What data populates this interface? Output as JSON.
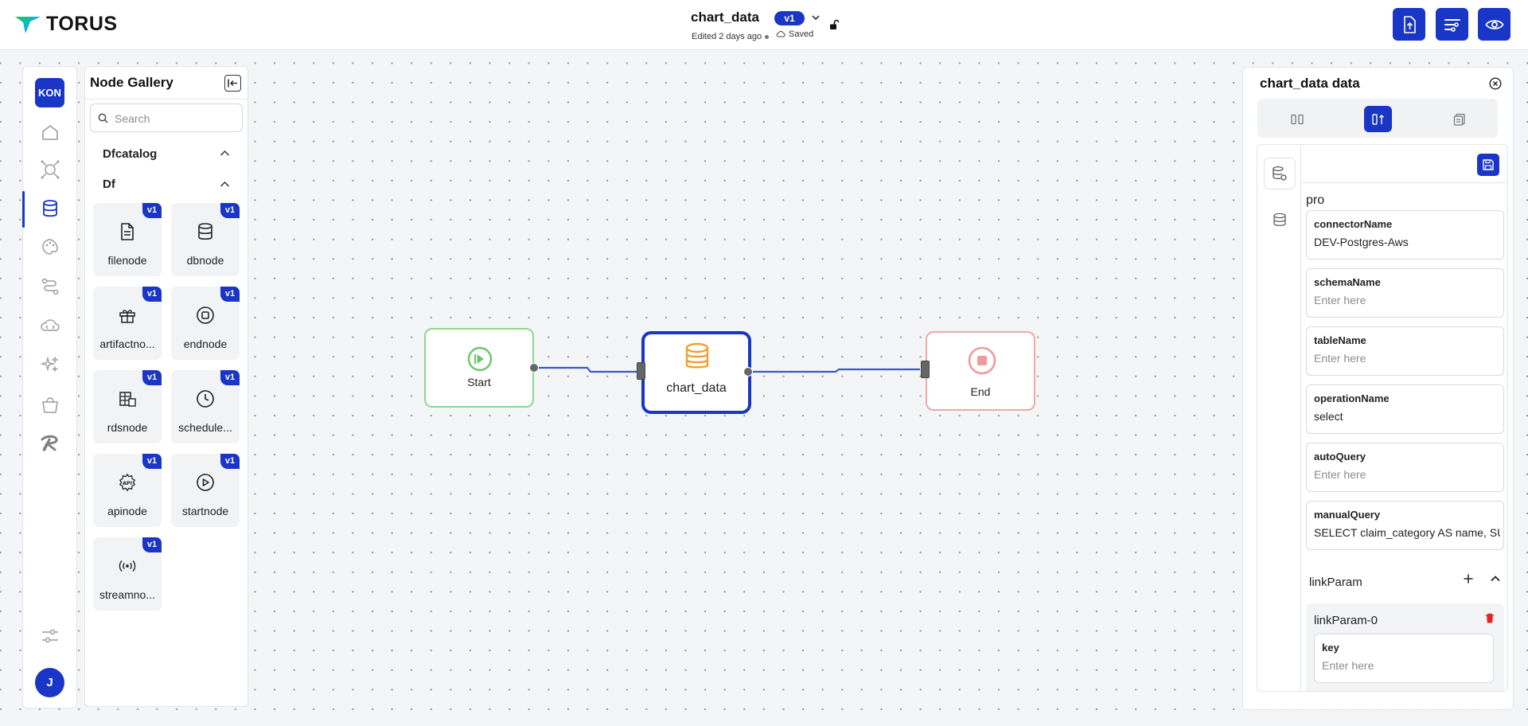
{
  "app": {
    "name": "TORUS"
  },
  "document": {
    "title": "chart_data",
    "edited": "Edited 2 days ago",
    "version": "v1",
    "save_status": "Saved"
  },
  "header_actions": [
    {
      "icon": "upload-icon"
    },
    {
      "icon": "filter-sliders-icon"
    },
    {
      "icon": "eye-icon"
    }
  ],
  "rail": {
    "top_label": "KON",
    "avatar_initial": "J",
    "items": [
      {
        "icon": "home-icon"
      },
      {
        "icon": "api-icon"
      },
      {
        "icon": "database-icon",
        "active": true
      },
      {
        "icon": "palette-icon"
      },
      {
        "icon": "workflow-icon"
      },
      {
        "icon": "cloud-code-icon"
      },
      {
        "icon": "sparkles-icon"
      },
      {
        "icon": "bucket-icon"
      },
      {
        "icon": "brand-r-icon"
      }
    ],
    "bottom_icon": "settings-sliders-icon"
  },
  "gallery": {
    "title": "Node Gallery",
    "search_placeholder": "Search",
    "categories": [
      {
        "name": "Dfcatalog",
        "expanded": true
      },
      {
        "name": "Df",
        "expanded": true
      }
    ],
    "nodes": [
      {
        "label": "filenode",
        "badge": "v1",
        "icon": "file-icon"
      },
      {
        "label": "dbnode",
        "badge": "v1",
        "icon": "database-icon"
      },
      {
        "label": "artifactnode",
        "badge": "v1",
        "icon": "gift-box-icon"
      },
      {
        "label": "endnode",
        "badge": "v1",
        "icon": "stop-circle-icon"
      },
      {
        "label": "rdsnode",
        "badge": "v1",
        "icon": "rds-table-icon"
      },
      {
        "label": "schedulenode",
        "badge": "v1",
        "icon": "clock-icon"
      },
      {
        "label": "apinode",
        "badge": "v1",
        "icon": "api-gear-icon"
      },
      {
        "label": "startnode",
        "badge": "v1",
        "icon": "play-circle-icon"
      },
      {
        "label": "streamnode",
        "badge": "v1",
        "icon": "broadcast-icon"
      }
    ]
  },
  "flow": {
    "nodes": [
      {
        "label": "Start",
        "color": "#8fd58f",
        "icon": "play-circle-icon"
      },
      {
        "label": "chart_data",
        "color": "#1936c7",
        "icon": "database-icon"
      },
      {
        "label": "End",
        "color": "#f0a8a8",
        "icon": "stop-circle-icon"
      }
    ]
  },
  "panel": {
    "title": "chart_data data",
    "group": "pro",
    "fields": [
      {
        "label": "connectorName",
        "value": "DEV-Postgres-Aws",
        "placeholder": "Enter here"
      },
      {
        "label": "schemaName",
        "value": "",
        "placeholder": "Enter here"
      },
      {
        "label": "tableName",
        "value": "",
        "placeholder": "Enter here"
      },
      {
        "label": "operationName",
        "value": "select",
        "placeholder": "Enter here"
      },
      {
        "label": "autoQuery",
        "value": "",
        "placeholder": "Enter here"
      },
      {
        "label": "manualQuery",
        "value": "SELECT claim_category AS name, SUM(",
        "placeholder": "Enter here"
      }
    ],
    "link_param": {
      "title": "linkParam",
      "item_title": "linkParam-0",
      "key_label": "key",
      "key_placeholder": "Enter here"
    }
  },
  "colors": {
    "accent": "#1936c7",
    "start": "#8fd58f",
    "end": "#f0a8a8",
    "db": "#f0a030"
  }
}
